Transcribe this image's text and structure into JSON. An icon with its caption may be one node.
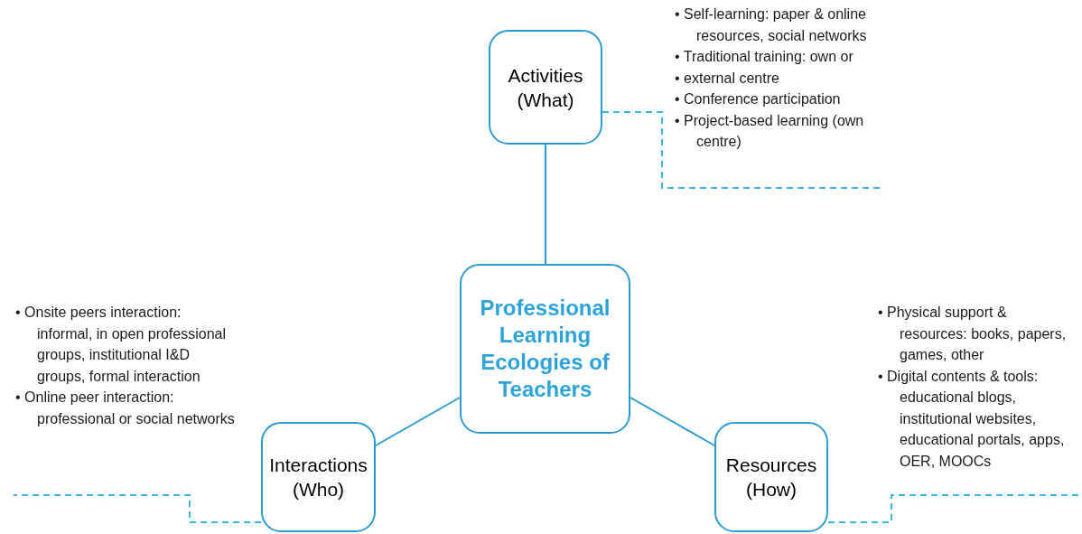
{
  "diagram": {
    "nodes": [
      {
        "text": [
          "Professional Learning Ecologies of Teachers"
        ]
      },
      {
        "text": [
          "Activities (What)"
        ]
      },
      {
        "text": [
          "Interactions (Who)"
        ]
      },
      {
        "text": [
          "Resources (How)"
        ]
      },
      {
        "text": [
          "• Self-learning: paper & online resources, social networks",
          "• Traditional training: own or",
          "• external centre",
          "• Conference participation",
          "• Project-based learning (own centre)"
        ]
      },
      {
        "text": [
          "• Onsite peers interaction: informal, in open professional groups, institutional I&D groups, formal interaction",
          "• Online peer interaction: professional or social networks"
        ]
      },
      {
        "text": [
          "• Physical support & resources: books, papers, games, other",
          "• Digital contents & tools: educational blogs, institutional websites, educational portals, apps, OER, MOOCs"
        ]
      }
    ],
    "edges": [
      {
        "from": 0,
        "to": 1,
        "arrow": "none"
      },
      {
        "from": 0,
        "to": 2,
        "arrow": "none"
      },
      {
        "from": 0,
        "to": 3,
        "arrow": "none"
      },
      {
        "from": 1,
        "to": 4,
        "arrow": "none",
        "style": "dashed",
        "color": "#3bb4e6"
      },
      {
        "from": 2,
        "to": 5,
        "arrow": "none",
        "style": "dashed",
        "color": "#3bb4e6"
      },
      {
        "from": 3,
        "to": 6,
        "arrow": "none",
        "style": "dashed",
        "color": "#3bb4e6"
      }
    ]
  }
}
